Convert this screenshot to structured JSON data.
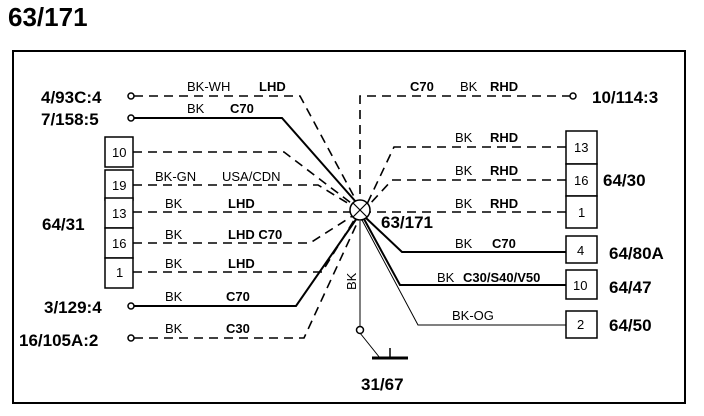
{
  "page_title": "63/171",
  "splice": {
    "label": "63/171"
  },
  "ground": {
    "label": "31/67",
    "wire_color": "BK"
  },
  "left_terminals": [
    {
      "id": "4/93C:4",
      "wire_color": "BK-WH",
      "variant": "LHD"
    },
    {
      "id": "7/158:5",
      "wire_color": "BK",
      "variant": "C70"
    },
    {
      "id": "3/129:4",
      "wire_color": "BK",
      "variant": "C70"
    },
    {
      "id": "16/105A:2",
      "wire_color": "BK",
      "variant": "C30"
    }
  ],
  "connector_64_31": {
    "label": "64/31",
    "pins": [
      {
        "pin": "10",
        "wire_color": "",
        "variant": ""
      },
      {
        "pin": "19",
        "wire_color": "BK-GN",
        "variant": "USA/CDN"
      },
      {
        "pin": "13",
        "wire_color": "BK",
        "variant": "LHD"
      },
      {
        "pin": "16",
        "wire_color": "BK",
        "variant": "LHD C70"
      },
      {
        "pin": "1",
        "wire_color": "BK",
        "variant": "LHD"
      }
    ]
  },
  "right_terminal": {
    "id": "10/114:3",
    "wire_color": "BK",
    "variant": "RHD",
    "prefix": "C70"
  },
  "connector_64_30": {
    "label": "64/30",
    "pins": [
      {
        "pin": "13",
        "wire_color": "BK",
        "variant": "RHD"
      },
      {
        "pin": "16",
        "wire_color": "BK",
        "variant": "RHD"
      },
      {
        "pin": "1",
        "wire_color": "BK",
        "variant": "RHD"
      }
    ]
  },
  "right_connectors": [
    {
      "label": "64/80A",
      "pin": "4",
      "wire_color": "BK",
      "variant": "C70"
    },
    {
      "label": "64/47",
      "pin": "10",
      "wire_color": "BK",
      "variant": "C30/S40/V50"
    },
    {
      "label": "64/50",
      "pin": "2",
      "wire_color": "BK-OG",
      "variant": ""
    }
  ]
}
